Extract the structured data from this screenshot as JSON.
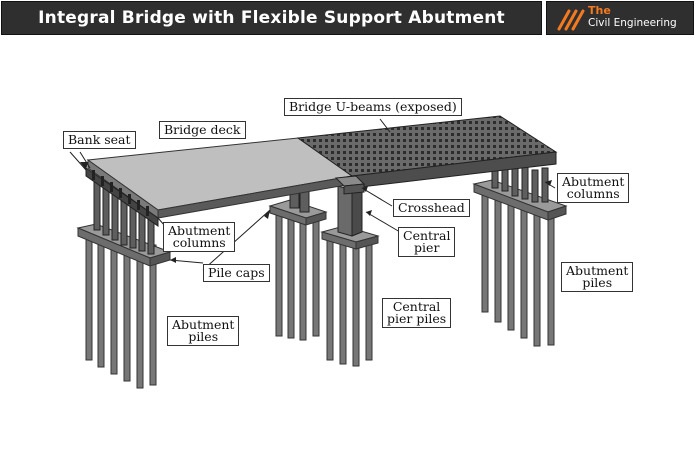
{
  "header": {
    "title": "Integral Bridge with Flexible Support Abutment",
    "logo_the": "The",
    "logo_name": "Civil Engineering",
    "accent_color": "#f47a20",
    "bar_color": "#2f2f2f"
  },
  "labels": {
    "bank_seat": "Bank seat",
    "bridge_deck": "Bridge deck",
    "bridge_u_beams": "Bridge U-beams (exposed)",
    "abutment_columns_left_1": "Abutment",
    "abutment_columns_left_2": "columns",
    "abutment_columns_right_1": "Abutment",
    "abutment_columns_right_2": "columns",
    "pile_caps": "Pile caps",
    "crosshead": "Crosshead",
    "central_pier_1": "Central",
    "central_pier_2": "pier",
    "central_pier_piles_1": "Central",
    "central_pier_piles_2": "pier piles",
    "abutment_piles_left_1": "Abutment",
    "abutment_piles_left_2": "piles",
    "abutment_piles_right_1": "Abutment",
    "abutment_piles_right_2": "piles"
  }
}
